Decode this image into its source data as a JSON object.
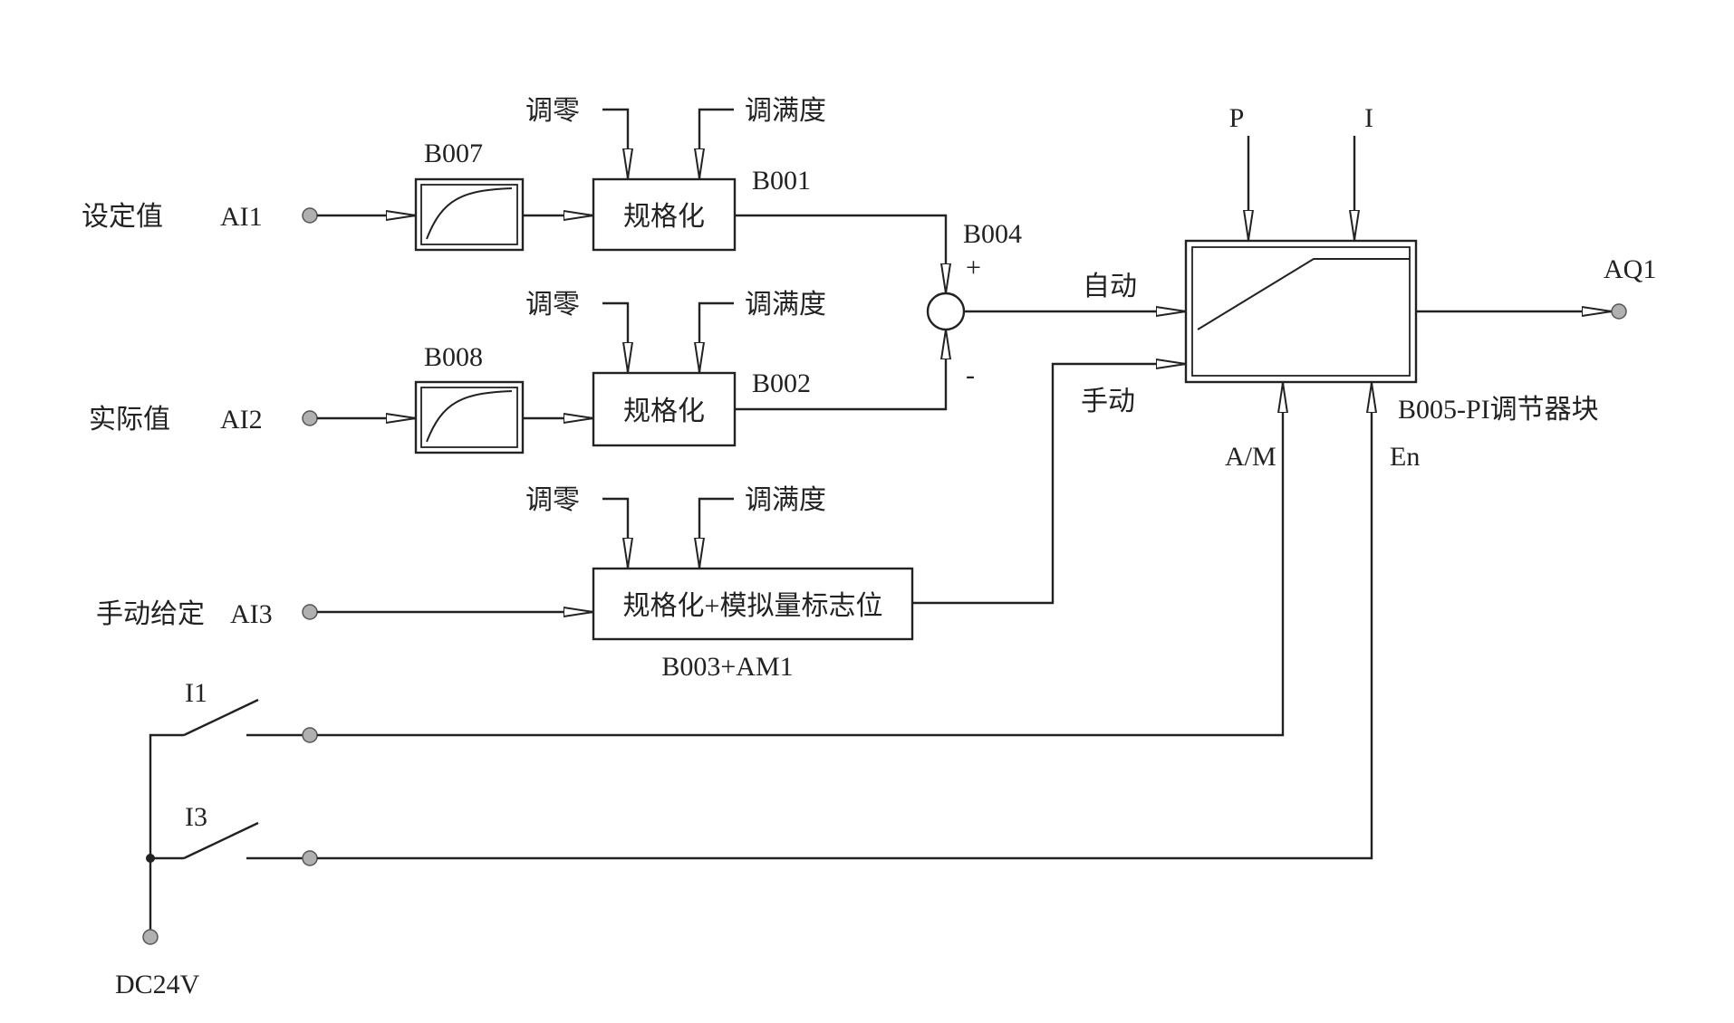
{
  "inputs": {
    "setpoint_label": "设定值",
    "setpoint_port": "AI1",
    "actual_label": "实际值",
    "actual_port": "AI2",
    "manual_label": "手动给定",
    "manual_port": "AI3"
  },
  "filters": {
    "b007": "B007",
    "b008": "B008"
  },
  "normalizers": {
    "b001_label": "规格化",
    "b001_id": "B001",
    "b002_label": "规格化",
    "b002_id": "B002",
    "b003_label": "规格化+模拟量标志位",
    "b003_id": "B003+AM1",
    "zero_label": "调零",
    "span_label": "调满度"
  },
  "summer": {
    "id": "B004",
    "plus": "+",
    "minus": "-"
  },
  "pi_block": {
    "p_label": "P",
    "i_label": "I",
    "auto_label": "自动",
    "manual_label": "手动",
    "am_label": "A/M",
    "en_label": "En",
    "id": "B005-PI调节器块",
    "output": "AQ1"
  },
  "switches": {
    "i1": "I1",
    "i3": "I3",
    "supply": "DC24V"
  }
}
